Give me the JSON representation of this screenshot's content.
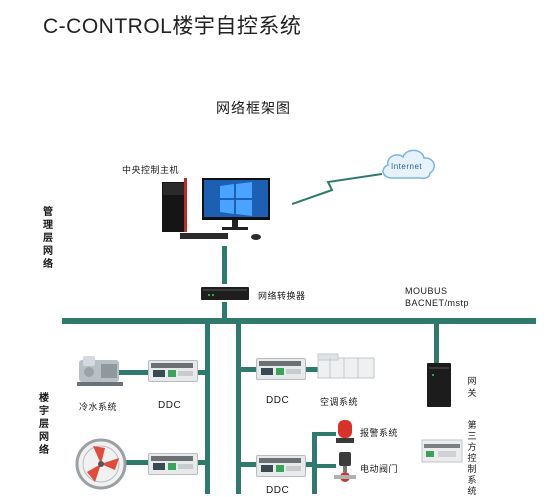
{
  "title": "C-CONTROL楼宇自控系统",
  "diagram_title": "网络框架图",
  "central_label": "中央控制主机",
  "internet_label": "Internet",
  "converter_label": "网络转换器",
  "protocol_line1": "MOUBUS",
  "protocol_line2": "BACNET/mstp",
  "mgmt_layer": [
    "管",
    "理",
    "层",
    "网",
    "络"
  ],
  "floor_layer": [
    "楼",
    "宇",
    "层",
    "网",
    "络"
  ],
  "chiller_label": "冷水系统",
  "ddc_labels": [
    "DDC",
    "DDC",
    "DDC"
  ],
  "ac_label": "空调系统",
  "alarm_label": "报警系统",
  "valve_label": "电动阀门",
  "gateway_label": [
    "网",
    "关"
  ],
  "thirdparty_label": [
    "第",
    "三",
    "方",
    "控",
    "制",
    "系",
    "统"
  ],
  "colors": {
    "bus": "#2f7a6d",
    "text": "#1a1a1a"
  },
  "icons": [
    "computer-icon",
    "cloud-icon",
    "switch-icon",
    "chiller-icon",
    "fan-icon",
    "air-handler-icon",
    "alarm-light-icon",
    "valve-icon",
    "gateway-icon",
    "ddc-controller-icon"
  ]
}
